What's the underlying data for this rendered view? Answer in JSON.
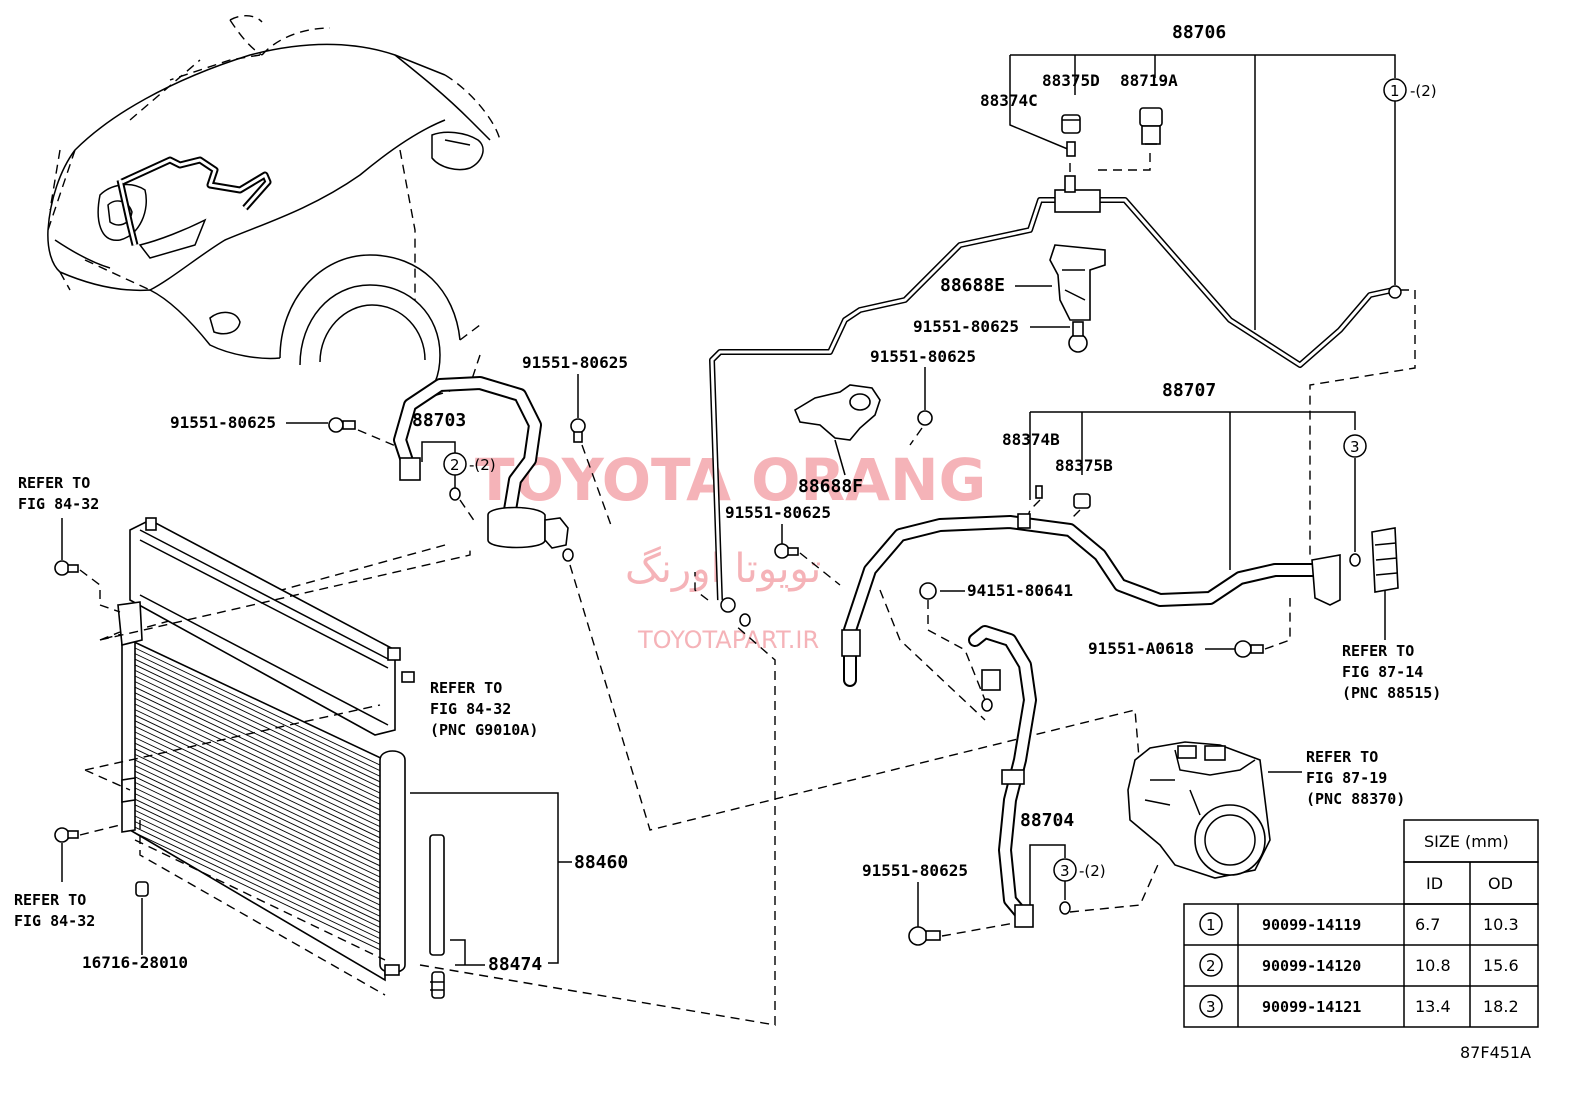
{
  "diagram_code": "87F451A",
  "watermark": {
    "brand": "TOYOTA ORANG",
    "brand_fa": "تویوتا اورنگ",
    "site": "TOYOTAPART.IR"
  },
  "labels": {
    "p88706": "88706",
    "p88375D": "88375D",
    "p88719A": "88719A",
    "p88374C": "88374C",
    "p88688E": "88688E",
    "b_80625_a": "91551-80625",
    "b_80625_b": "91551-80625",
    "b_80625_c": "91551-80625",
    "b_80625_d": "91551-80625",
    "b_80625_e": "91551-80625",
    "b_80625_f": "91551-80625",
    "p88703": "88703",
    "p88707": "88707",
    "p88374B": "88374B",
    "p88375B": "88375B",
    "p88688F": "88688F",
    "b_94151": "94151-80641",
    "b_A0618": "91551-A0618",
    "p88704": "88704",
    "p88460": "88460",
    "p88474": "88474",
    "p16716": "16716-28010",
    "ring_1": "1",
    "ring_1_qty": "-(2)",
    "ring_2": "2",
    "ring_2_qty": "-(2)",
    "ring_3a": "3",
    "ring_3b": "3",
    "ring_3_qty": "-(2)"
  },
  "refs": {
    "ref_84_32_top": [
      "REFER TO",
      "FIG 84-32"
    ],
    "ref_84_32_bottom": [
      "REFER TO",
      "FIG 84-32"
    ],
    "ref_84_32_pnc": [
      "REFER TO",
      "FIG 84-32",
      "(PNC G9010A)"
    ],
    "ref_87_14": [
      "REFER TO",
      "FIG 87-14",
      "(PNC 88515)"
    ],
    "ref_87_19": [
      "REFER TO",
      "FIG 87-19",
      "(PNC 88370)"
    ]
  },
  "size_table": {
    "title": "SIZE (mm)",
    "col_id": "ID",
    "col_od": "OD",
    "rows": [
      {
        "key": "1",
        "part": "90099-14119",
        "id": "6.7",
        "od": "10.3"
      },
      {
        "key": "2",
        "part": "90099-14120",
        "id": "10.8",
        "od": "15.6"
      },
      {
        "key": "3",
        "part": "90099-14121",
        "id": "13.4",
        "od": "18.2"
      }
    ]
  }
}
